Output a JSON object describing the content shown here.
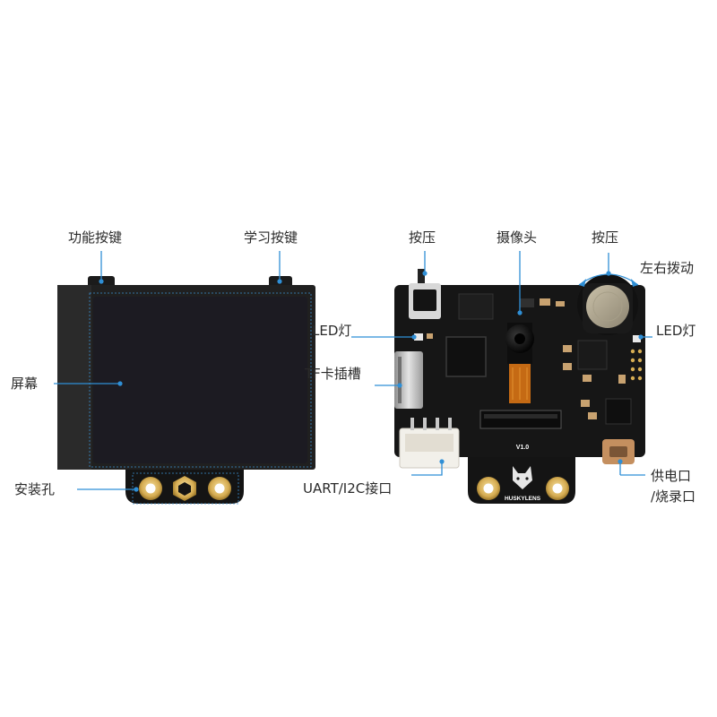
{
  "labels": {
    "func_button": "功能按键",
    "learn_button": "学习按键",
    "screen": "屏幕",
    "mount_hole": "安装孔",
    "press_left": "按压",
    "camera": "摄像头",
    "press_right": "按压",
    "dial": "左右拨动",
    "led_left": "LED灯",
    "led_right": "LED灯",
    "tf_slot": "TF卡插槽",
    "uart_port": "UART/I2C接口",
    "power_port_1": "供电口",
    "power_port_2": "/烧录口"
  },
  "board": {
    "version": "V1.0",
    "brand": "HUSKYLENS"
  },
  "colors": {
    "accent": "#2f8fd6",
    "board": "#161616",
    "screen": "#1c1b22",
    "gold": "#d8b25a"
  }
}
